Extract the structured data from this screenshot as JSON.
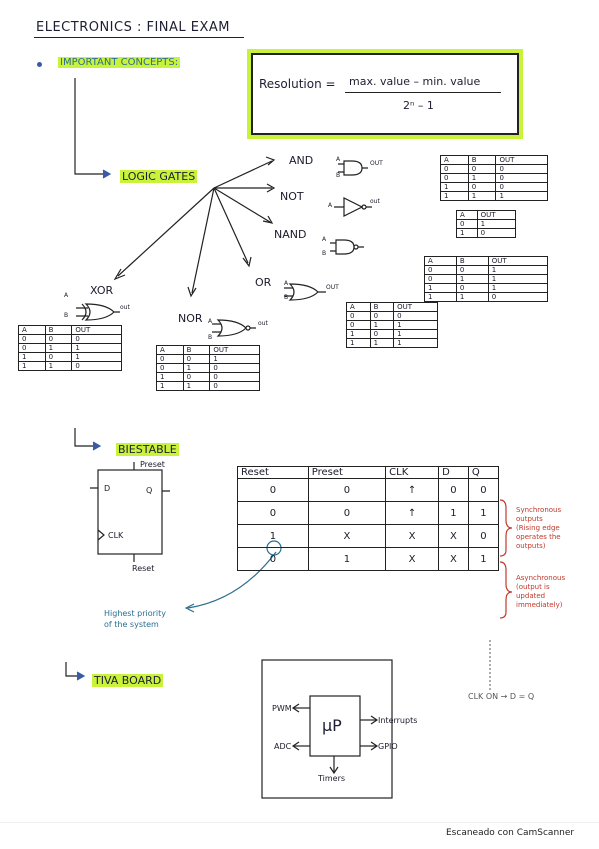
{
  "title": "ELECTRONICS :  FINAL EXAM",
  "important_concepts": "IMPORTANT CONCEPTS:",
  "formula": {
    "lhs": "Resolution =",
    "numerator": "max. value  –  min. value",
    "denominator": "2ⁿ – 1"
  },
  "logic_gates": {
    "heading": "LOGIC GATES",
    "and": "AND",
    "not": "NOT",
    "nand": "NAND",
    "or": "OR",
    "nor": "NOR",
    "xor": "XOR",
    "in_a": "A",
    "in_b": "B",
    "out": "OUT",
    "out_lower": "out"
  },
  "tables": {
    "and": {
      "headers": [
        "A",
        "B",
        "OUT"
      ],
      "rows": [
        [
          "0",
          "0",
          "0"
        ],
        [
          "0",
          "1",
          "0"
        ],
        [
          "1",
          "0",
          "0"
        ],
        [
          "1",
          "1",
          "1"
        ]
      ]
    },
    "not": {
      "headers": [
        "A",
        "OUT"
      ],
      "rows": [
        [
          "0",
          "1"
        ],
        [
          "1",
          "0"
        ]
      ]
    },
    "nand": {
      "headers": [
        "A",
        "B",
        "OUT"
      ],
      "rows": [
        [
          "0",
          "0",
          "1"
        ],
        [
          "0",
          "1",
          "1"
        ],
        [
          "1",
          "0",
          "1"
        ],
        [
          "1",
          "1",
          "0"
        ]
      ]
    },
    "or": {
      "headers": [
        "A",
        "B",
        "OUT"
      ],
      "rows": [
        [
          "0",
          "0",
          "0"
        ],
        [
          "0",
          "1",
          "1"
        ],
        [
          "1",
          "0",
          "1"
        ],
        [
          "1",
          "1",
          "1"
        ]
      ]
    },
    "xor": {
      "headers": [
        "A",
        "B",
        "OUT"
      ],
      "rows": [
        [
          "0",
          "0",
          "0"
        ],
        [
          "0",
          "1",
          "1"
        ],
        [
          "1",
          "0",
          "1"
        ],
        [
          "1",
          "1",
          "0"
        ]
      ]
    },
    "nor": {
      "headers": [
        "A",
        "B",
        "OUT"
      ],
      "rows": [
        [
          "0",
          "0",
          "1"
        ],
        [
          "0",
          "1",
          "0"
        ],
        [
          "1",
          "0",
          "0"
        ],
        [
          "1",
          "1",
          "0"
        ]
      ]
    }
  },
  "biestable": {
    "heading": "BIESTABLE",
    "preset": "Preset",
    "reset": "Reset",
    "d": "D",
    "q": "Q",
    "clk": "CLK",
    "table_headers": [
      "Reset",
      "Preset",
      "CLK",
      "D",
      "Q"
    ],
    "rows": [
      [
        "0",
        "0",
        "↑",
        "0",
        "0"
      ],
      [
        "0",
        "0",
        "↑",
        "1",
        "1"
      ],
      [
        "1",
        "X",
        "X",
        "X",
        "0"
      ],
      [
        "0",
        "1",
        "X",
        "X",
        "1"
      ]
    ],
    "sync_note": [
      "Synchronous",
      "outputs",
      "(Rising edge",
      "operates the",
      "outputs)"
    ],
    "async_note": [
      "Asynchronous",
      "(output is",
      "updated",
      "immediately)"
    ],
    "priority_note": [
      "Highest priority",
      "of the system"
    ],
    "clk_note": "CLK  ON → D = Q"
  },
  "tiva": {
    "heading": "TIVA BOARD",
    "mp": "μP",
    "pwm": "PWM",
    "adc": "ADC",
    "interrupts": "Interrupts",
    "gpio": "GPIO",
    "timers": "Timers"
  },
  "footer": "Escaneado con CamScanner",
  "colors": {
    "highlight": "#c9f23a",
    "ink": "#1e1e32",
    "red_ink": "#c0392b",
    "teal_ink": "#2a6f8f"
  }
}
